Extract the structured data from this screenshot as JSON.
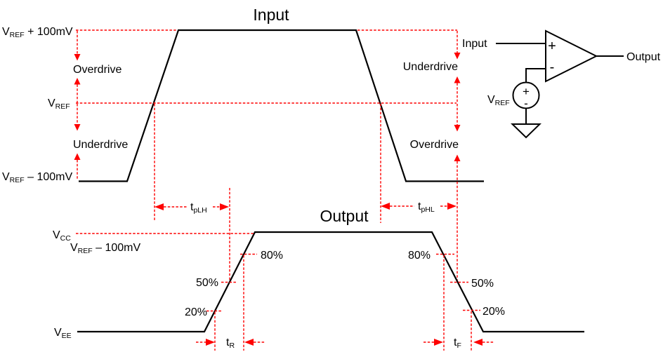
{
  "titles": {
    "input": "Input",
    "output": "Output"
  },
  "colors": {
    "waveform": "#000000",
    "annotation": "#fe0000",
    "background": "#ffffff"
  },
  "input_levels": {
    "vref_plus": {
      "base": "V",
      "sub": "REF",
      "rest": " + 100mV"
    },
    "vref": {
      "base": "V",
      "sub": "REF",
      "rest": ""
    },
    "vref_minus": {
      "base": "V",
      "sub": "REF",
      "rest": " – 100mV"
    }
  },
  "drive_labels": {
    "left_upper": "Overdrive",
    "left_lower": "Underdrive",
    "right_upper": "Underdrive",
    "right_lower": "Overdrive"
  },
  "output_levels": {
    "vcc": {
      "base": "V",
      "sub": "CC",
      "rest": ""
    },
    "vref_minus_out": {
      "base": "V",
      "sub": "REF",
      "rest": " – 100mV"
    },
    "vee": {
      "base": "V",
      "sub": "EE",
      "rest": ""
    }
  },
  "percent_labels": {
    "rise_80": "80%",
    "rise_50": "50%",
    "rise_20": "20%",
    "fall_80": "80%",
    "fall_50": "50%",
    "fall_20": "20%"
  },
  "timing_labels": {
    "tplh": {
      "base": "t",
      "sub": "pLH"
    },
    "tphl": {
      "base": "t",
      "sub": "pHL"
    },
    "tr": {
      "base": "t",
      "sub": "R"
    },
    "tf": {
      "base": "t",
      "sub": "F"
    }
  },
  "circuit": {
    "input": "Input",
    "output": "Output",
    "vref": {
      "base": "V",
      "sub": "REF"
    },
    "comparator_plus": "+",
    "comparator_minus": "-",
    "source_plus": "+",
    "source_minus": "-"
  }
}
